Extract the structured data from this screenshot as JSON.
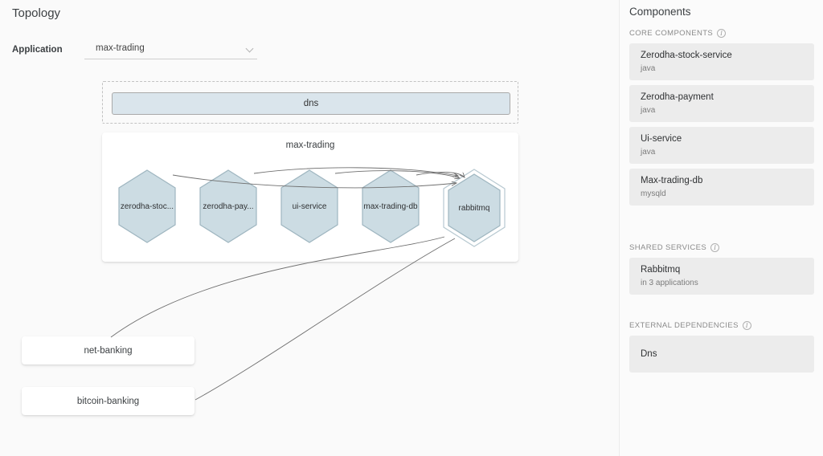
{
  "page": {
    "title": "Topology"
  },
  "filter": {
    "label": "Application",
    "value": "max-trading",
    "chevron_icon": "chevron-down-icon"
  },
  "graph": {
    "external_group": {
      "nodes": [
        {
          "id": "dns",
          "label": "dns"
        }
      ]
    },
    "application_group": {
      "title": "max-trading",
      "nodes": [
        {
          "id": "zerodha-stock-service",
          "label": "zerodha-stoc...",
          "shape": "hexagon",
          "shared": false
        },
        {
          "id": "zerodha-payment",
          "label": "zerodha-pay...",
          "shape": "hexagon",
          "shared": false
        },
        {
          "id": "ui-service",
          "label": "ui-service",
          "shape": "hexagon",
          "shared": false
        },
        {
          "id": "max-trading-db",
          "label": "max-trading-db",
          "shape": "hexagon",
          "shared": false
        },
        {
          "id": "rabbitmq",
          "label": "rabbitmq",
          "shape": "hexagon",
          "shared": true
        }
      ]
    },
    "other_applications": [
      {
        "id": "net-banking",
        "label": "net-banking"
      },
      {
        "id": "bitcoin-banking",
        "label": "bitcoin-banking"
      }
    ],
    "edges": [
      {
        "from": "zerodha-stock-service",
        "to": "rabbitmq"
      },
      {
        "from": "zerodha-payment",
        "to": "rabbitmq"
      },
      {
        "from": "ui-service",
        "to": "rabbitmq"
      },
      {
        "from": "max-trading-db",
        "to": "rabbitmq"
      },
      {
        "from": "rabbitmq",
        "to": "net-banking"
      },
      {
        "from": "rabbitmq",
        "to": "bitcoin-banking"
      }
    ],
    "colors": {
      "node_fill": "#ccdce3",
      "node_stroke": "#9fb6c0",
      "dns_fill": "#dae5ec",
      "edge": "#6f6f6f",
      "canvas_bg": "#fafafa"
    }
  },
  "panel": {
    "title": "Components",
    "sections": [
      {
        "heading": "CORE COMPONENTS",
        "info_icon": "info-icon",
        "items": [
          {
            "name": "Zerodha-stock-service",
            "sub": "java"
          },
          {
            "name": "Zerodha-payment",
            "sub": "java"
          },
          {
            "name": "Ui-service",
            "sub": "java"
          },
          {
            "name": "Max-trading-db",
            "sub": "mysqld"
          }
        ]
      },
      {
        "heading": "SHARED SERVICES",
        "info_icon": "info-icon",
        "items": [
          {
            "name": "Rabbitmq",
            "sub": "in 3 applications"
          }
        ]
      },
      {
        "heading": "EXTERNAL DEPENDENCIES",
        "info_icon": "info-icon",
        "items": [
          {
            "name": "Dns",
            "sub": ""
          }
        ]
      }
    ]
  }
}
